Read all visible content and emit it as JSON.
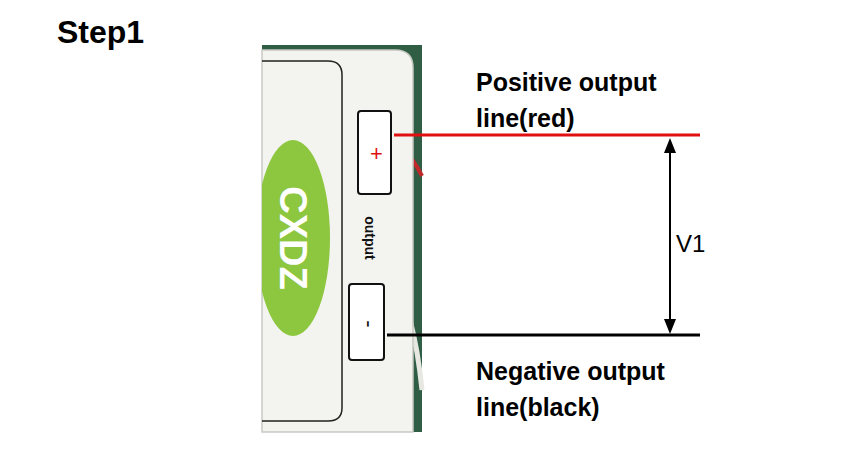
{
  "diagram": {
    "title": "Step1",
    "nodes": [
      {
        "text": [
          "output"
        ]
      },
      {
        "text": [
          "CXDZ"
        ],
        "in": 0
      },
      {
        "text": [
          "+"
        ],
        "in": 0
      },
      {
        "text": [
          "-"
        ],
        "in": 0
      }
    ],
    "labels": [
      "Positive output line(red)",
      "Negative output line(black)",
      "V1"
    ]
  }
}
